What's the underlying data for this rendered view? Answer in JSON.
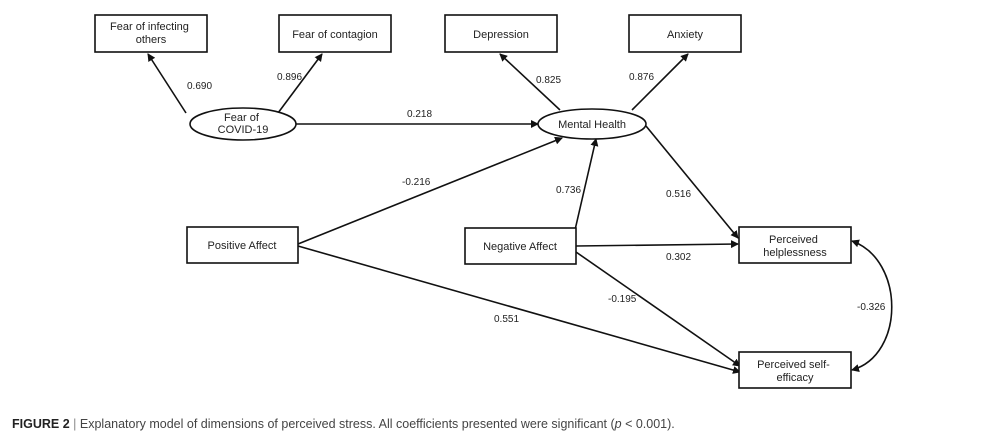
{
  "nodes": {
    "fear_infecting": {
      "label": [
        "Fear of infecting",
        "others"
      ]
    },
    "fear_contagion": {
      "label": [
        "Fear of contagion"
      ]
    },
    "depression": {
      "label": [
        "Depression"
      ]
    },
    "anxiety": {
      "label": [
        "Anxiety"
      ]
    },
    "fear_covid": {
      "label": [
        "Fear of",
        "COVID-19"
      ]
    },
    "mental_health": {
      "label": [
        "Mental Health"
      ]
    },
    "positive_affect": {
      "label": [
        "Positive Affect"
      ]
    },
    "negative_affect": {
      "label": [
        "Negative Affect"
      ]
    },
    "perceived_helplessness": {
      "label": [
        "Perceived",
        "helplessness"
      ]
    },
    "perceived_self_efficacy": {
      "label": [
        "Perceived self-",
        "efficacy"
      ]
    }
  },
  "edges": {
    "covid_infecting": "0.690",
    "covid_contagion": "0.896",
    "mh_depression": "0.825",
    "mh_anxiety": "0.876",
    "covid_mh": "0.218",
    "positive_mh": "-0.216",
    "negative_mh": "0.736",
    "mh_helplessness": "0.516",
    "negative_helplessness": "0.302",
    "negative_selfefficacy": "-0.195",
    "positive_selfefficacy": "0.551",
    "helplessness_selfefficacy": "-0.326"
  },
  "caption": {
    "figure": "FIGURE 2",
    "separator": "|",
    "text_before": "Explanatory model of dimensions of perceived stress. All coefficients presented were significant (",
    "variable": "p",
    "text_after": " < 0.001)."
  }
}
